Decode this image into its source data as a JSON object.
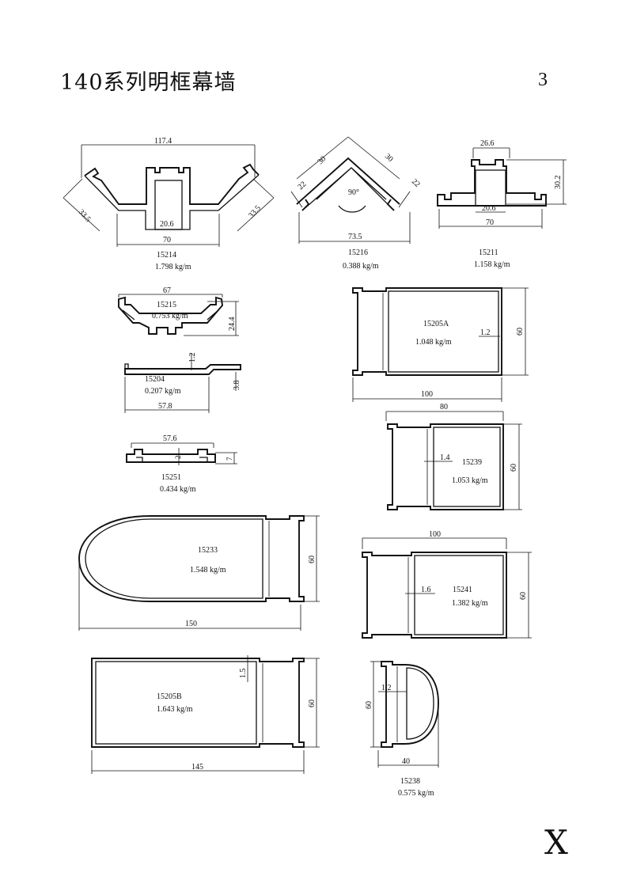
{
  "page": {
    "title": "140系列明框幕墙",
    "number": "3",
    "mark": "X"
  },
  "profiles": [
    {
      "code": "15214",
      "weight": "1.798 kg/m",
      "dims": [
        "117.4",
        "33.5",
        "33.5",
        "20.6",
        "70"
      ]
    },
    {
      "code": "15216",
      "weight": "0.388 kg/m",
      "dims": [
        "30",
        "30",
        "22",
        "22",
        "90°",
        "73.5"
      ]
    },
    {
      "code": "15211",
      "weight": "1.158 kg/m",
      "dims": [
        "26.6",
        "30.2",
        "20.6",
        "70"
      ]
    },
    {
      "code": "15215",
      "weight": "0.753 kg/m",
      "dims": [
        "67",
        "24.4"
      ]
    },
    {
      "code": "15205A",
      "weight": "1.048 kg/m",
      "dims": [
        "1.2",
        "60",
        "100"
      ]
    },
    {
      "code": "15204",
      "weight": "0.207 kg/m",
      "dims": [
        "1.2",
        "3.8",
        "57.8"
      ]
    },
    {
      "code": "15239",
      "weight": "1.053 kg/m",
      "dims": [
        "80",
        "1.4",
        "60"
      ]
    },
    {
      "code": "15251",
      "weight": "0.434 kg/m",
      "dims": [
        "57.6",
        "2",
        "7"
      ]
    },
    {
      "code": "15233",
      "weight": "1.548 kg/m",
      "dims": [
        "60",
        "150"
      ]
    },
    {
      "code": "15241",
      "weight": "1.382 kg/m",
      "dims": [
        "100",
        "1.6",
        "60"
      ]
    },
    {
      "code": "15205B",
      "weight": "1.643 kg/m",
      "dims": [
        "1.5",
        "60",
        "145"
      ]
    },
    {
      "code": "15238",
      "weight": "0.575 kg/m",
      "dims": [
        "1.2",
        "60",
        "40"
      ]
    }
  ]
}
